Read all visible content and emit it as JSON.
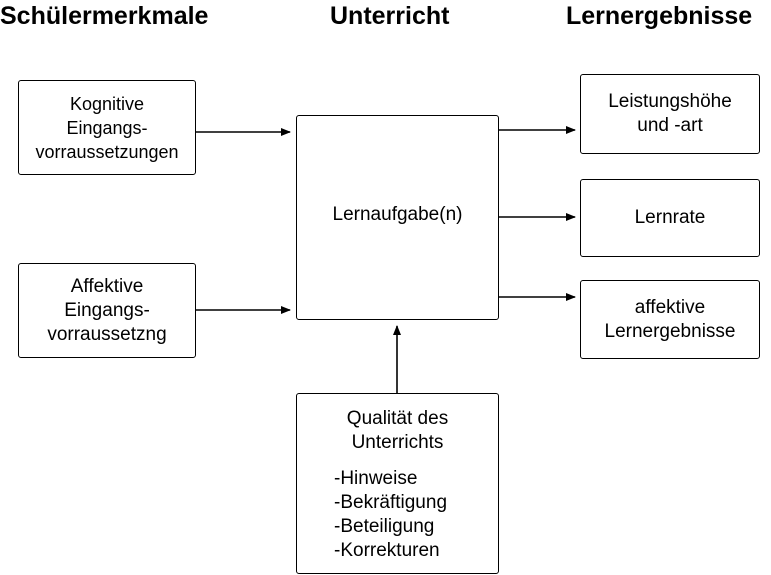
{
  "headings": {
    "left": "Schülermerkmale",
    "center": "Unterricht",
    "right": "Lernergebnisse"
  },
  "boxes": {
    "cognitive": [
      "Kognitive",
      "Eingangs-",
      "vorraussetzungen"
    ],
    "affective": [
      "Affektive",
      "Eingangs-",
      "vorraussetzng"
    ],
    "task": "Lernaufgabe(n)",
    "quality": {
      "title": [
        "Qualität des",
        "Unterrichts"
      ],
      "items": [
        "-Hinweise",
        "-Bekräftigung",
        "-Beteiligung",
        "-Korrekturen"
      ]
    },
    "performance": [
      "Leistungshöhe",
      "und -art"
    ],
    "rate": "Lernrate",
    "affective_outcomes": [
      "affektive",
      "Lernergebnisse"
    ]
  }
}
